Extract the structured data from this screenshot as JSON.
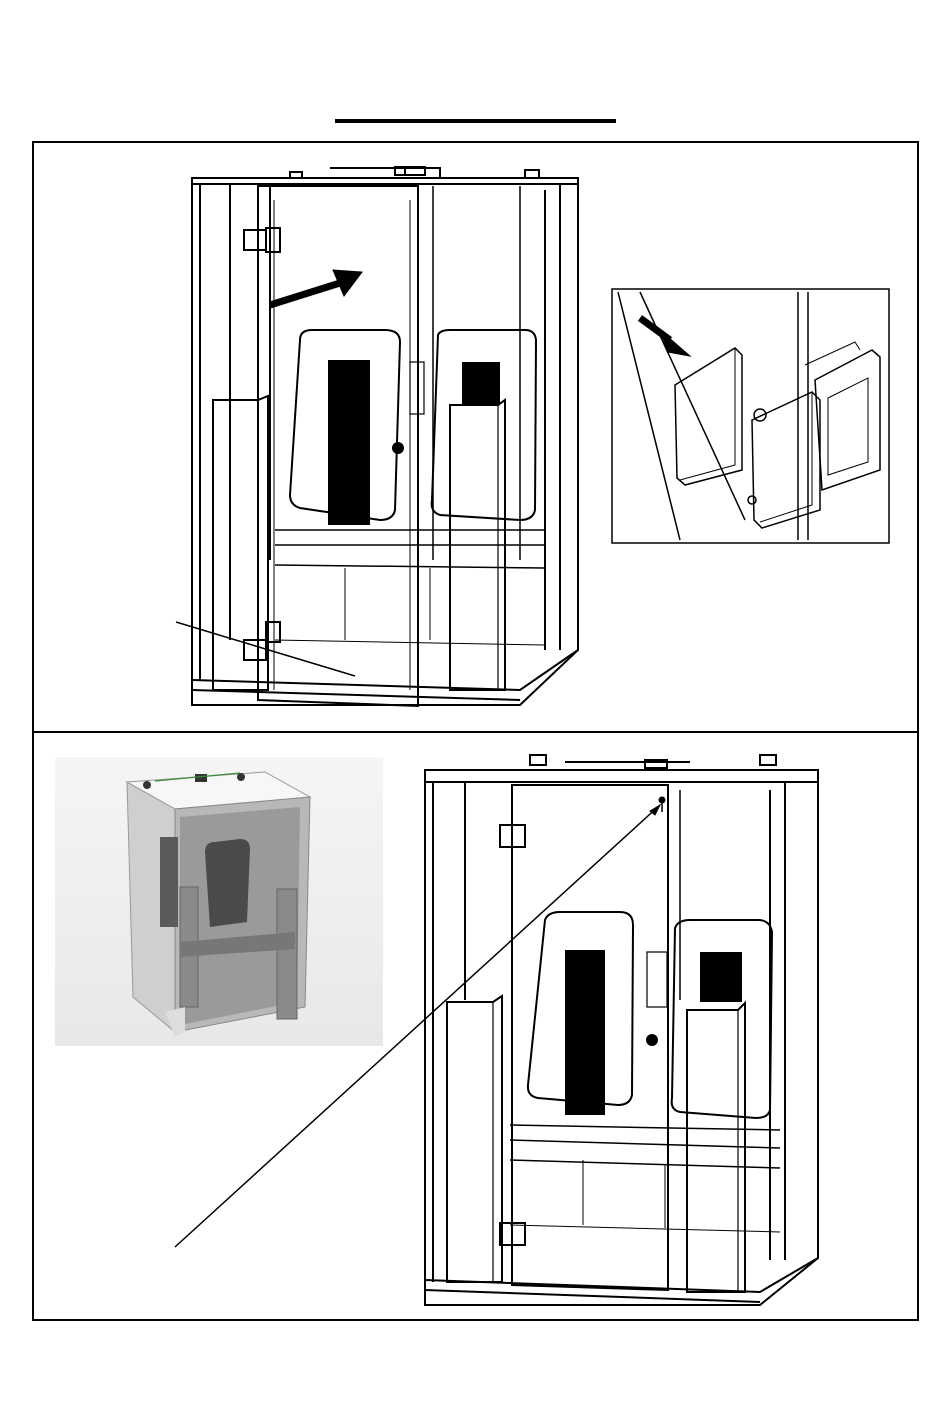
{
  "figure": {
    "title": "",
    "colors": {
      "line": "#000000",
      "background": "#ffffff",
      "photo_panel": "#c9c9c9"
    },
    "icons": [
      "door-push-arrow",
      "hinge-insert-arrow",
      "hinge-bracket",
      "leader-line"
    ]
  }
}
